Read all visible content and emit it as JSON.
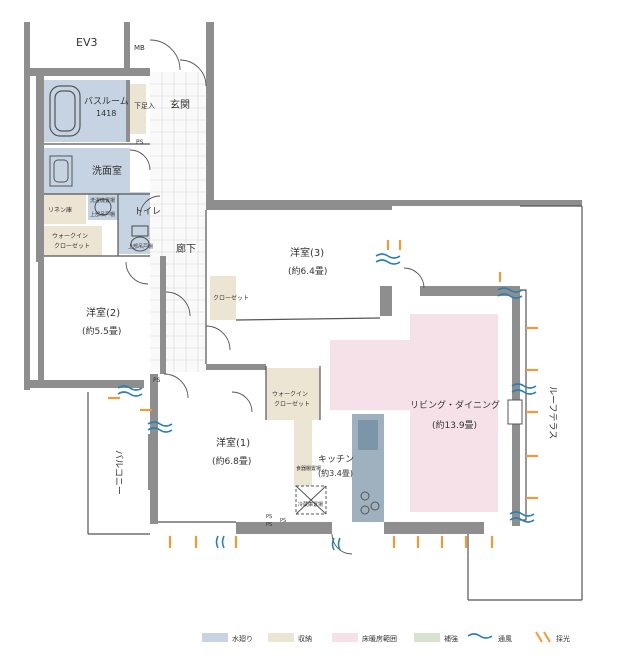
{
  "rooms": {
    "ev3": "EV3",
    "mb": "MB",
    "bath": "バスルーム",
    "bath_size": "1418",
    "shoebox": "下足入",
    "ps_top": "PS",
    "entrance": "玄関",
    "washroom": "洗面室",
    "linen": "リネン庫",
    "wash_rack1": "洗濯機置場",
    "wash_rack2": "上部吊戸棚",
    "toilet": "トイレ",
    "toilet_rack": "上部吊戸棚",
    "wic1_a": "ウォークイン",
    "wic1_b": "クローゼット",
    "hall": "廊下",
    "west3": "洋室(3)",
    "west3_size": "(約6.4畳)",
    "closet3": "クローゼット",
    "west2": "洋室(2)",
    "west2_size": "(約5.5畳)",
    "ps_mid": "PS",
    "wic2_a": "ウォークイン",
    "wic2_b": "クローゼット",
    "west1": "洋室(1)",
    "west1_size": "(約6.8畳)",
    "pantry": "食器棚置場",
    "kitchen": "キッチン",
    "kitchen_size": "(約3.4畳)",
    "fridge": "冷蔵庫置場",
    "ps_low1": "PS",
    "ps_low2": "PS",
    "ps_low3": "PS",
    "living": "リビング・ダイニング",
    "living_size": "(約13.9畳)",
    "balcony": "バルコニー",
    "roof_terrace": "ルーフテラス"
  },
  "legend": {
    "water": "水廻り",
    "storage": "収納",
    "floor_heating": "床暖房範囲",
    "reinforcement": "補強",
    "ventilation": "通風",
    "daylight": "採光"
  },
  "colors": {
    "water": "#c6d3e2",
    "storage": "#ece5d3",
    "floor_heating": "#f6e1e9",
    "reinforcement": "#d9e2d1",
    "ventilation": "#2e7fb3",
    "daylight": "#f29a3a",
    "wall": "#8e8e8e"
  }
}
